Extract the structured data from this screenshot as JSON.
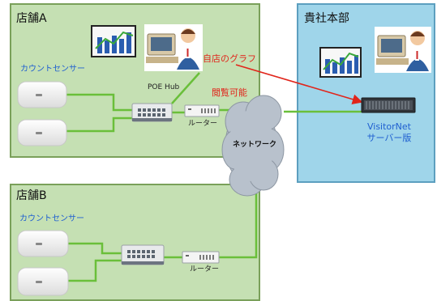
{
  "store_a": {
    "title": "店舗A",
    "count_sensor_label": "カウントセンサー",
    "poe_hub_label": "POE Hub",
    "router_label": "ルーター",
    "note_line1": "自店のグラフ",
    "note_line2": "閲覧可能"
  },
  "store_b": {
    "title": "店舗B",
    "count_sensor_label": "カウントセンサー",
    "router_label": "ルーター"
  },
  "headquarters": {
    "title": "貴社本部",
    "server_name": "VisitorNet",
    "server_edition": "サーバー版"
  },
  "network": {
    "label": "ネットワーク"
  },
  "colors": {
    "store_fill": "#c5e0b3",
    "store_border": "#7aa05a",
    "hq_fill": "#9fd5ea",
    "link_line": "#6abf3a",
    "arrow": "#e1251b",
    "cloud": "#b8c1cc"
  }
}
